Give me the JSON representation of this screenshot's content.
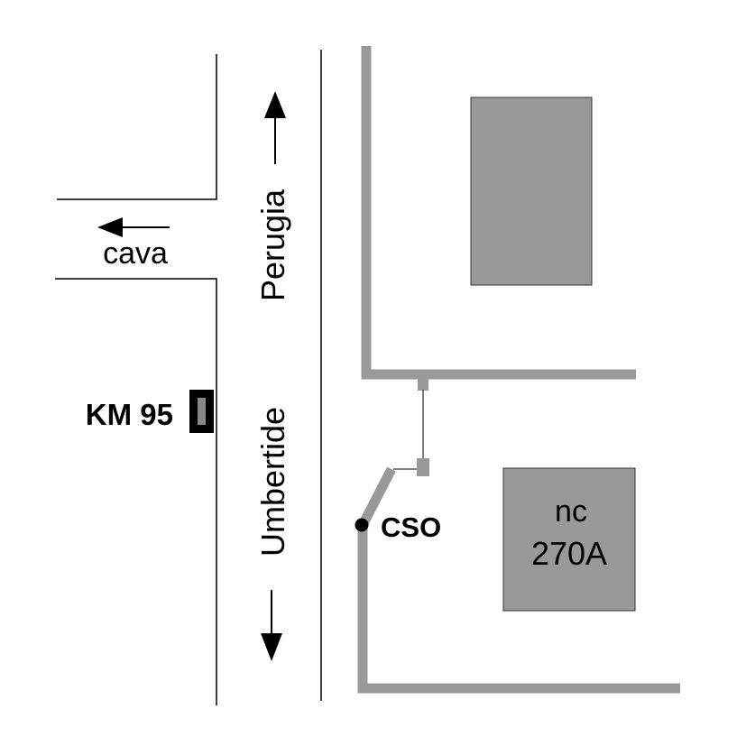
{
  "map": {
    "labels": {
      "cava": "cava",
      "perugia": "Perugia",
      "umbertide": "Umbertide",
      "km_marker": "KM 95",
      "cso": "CSO",
      "building_nc_line1": "nc",
      "building_nc_line2": "270A"
    },
    "colors": {
      "line": "#000000",
      "wall": "#999999",
      "building_fill": "#999999",
      "building_border": "#333333",
      "km_marker_fill": "#000000",
      "km_marker_inner": "#888888",
      "background": "#ffffff"
    },
    "icons": {
      "arrow_left": "arrow-left-icon",
      "arrow_up": "arrow-up-icon",
      "arrow_down": "arrow-down-icon",
      "km_marker": "km-marker-icon",
      "cso_point": "dot-icon"
    }
  }
}
